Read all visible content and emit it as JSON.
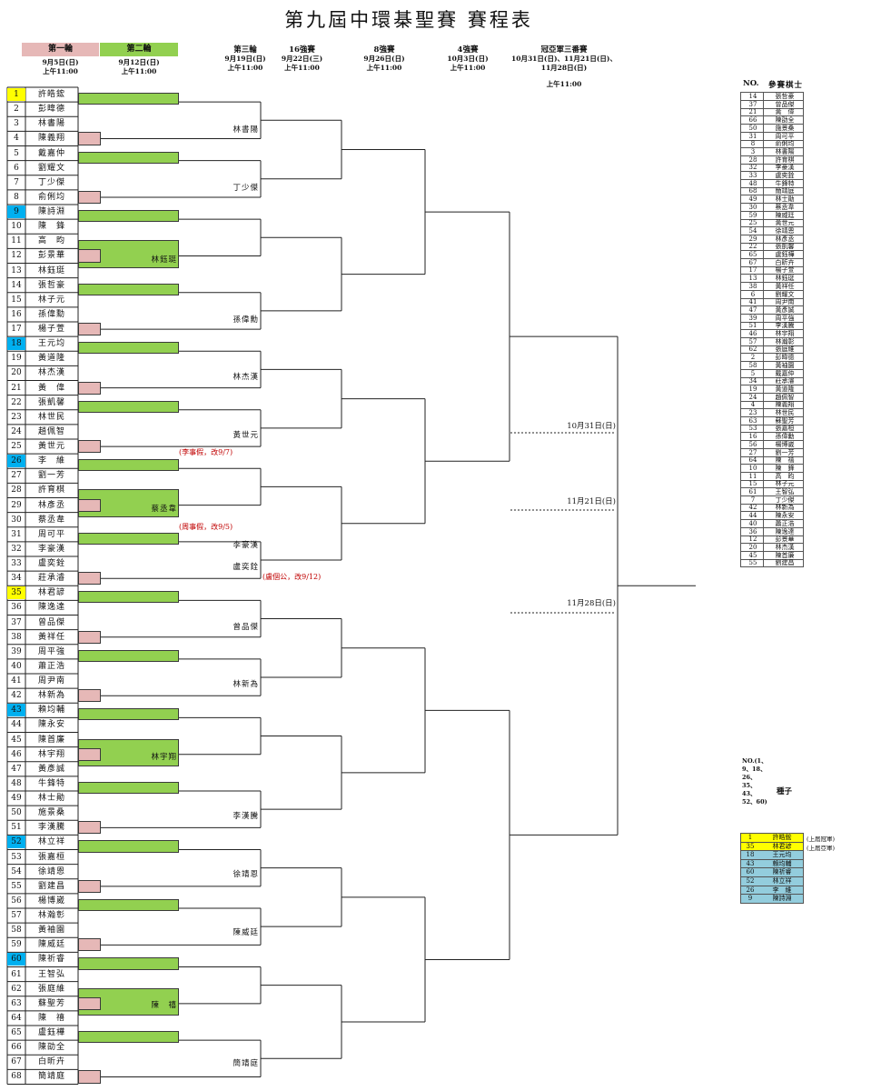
{
  "title": "第九屆中環棊聖賽 賽程表",
  "round_headers": [
    {
      "label": "第一輪",
      "date": "9月5日(日)",
      "time": "上午11:00"
    },
    {
      "label": "第二輪",
      "date": "9月12日(日)",
      "time": "上午11:00"
    },
    {
      "label": "第三輪",
      "date": "9月19日(日)",
      "time": "上午11:00"
    },
    {
      "label": "16強賽",
      "date": "9月22日(三)",
      "time": "上午11:00"
    },
    {
      "label": "8強賽",
      "date": "9月26日(日)",
      "time": "上午11:00"
    },
    {
      "label": "4強賽",
      "date": "10月3日(日)",
      "time": "上午11:00"
    },
    {
      "label": "冠亞軍三番賽",
      "date": "10月31日(日)、11月21日(日)、11月28日(日)",
      "time": "上午11:00"
    }
  ],
  "players": [
    {
      "num": "1",
      "name": "許皓鋐",
      "seed": "yellow"
    },
    {
      "num": "2",
      "name": "彭暐德"
    },
    {
      "num": "3",
      "name": "林書陽"
    },
    {
      "num": "4",
      "name": "陳義翔"
    },
    {
      "num": "5",
      "name": "戴嘉仲"
    },
    {
      "num": "6",
      "name": "劉耀文"
    },
    {
      "num": "7",
      "name": "丁少傑"
    },
    {
      "num": "8",
      "name": "俞俐均"
    },
    {
      "num": "9",
      "name": "陳詩淵",
      "seed": "blue"
    },
    {
      "num": "10",
      "name": "陳　鋒"
    },
    {
      "num": "11",
      "name": "高　昀"
    },
    {
      "num": "12",
      "name": "彭景華"
    },
    {
      "num": "13",
      "name": "林鈺珽"
    },
    {
      "num": "14",
      "name": "張哲豪"
    },
    {
      "num": "15",
      "name": "林子元"
    },
    {
      "num": "16",
      "name": "孫偉勳"
    },
    {
      "num": "17",
      "name": "楊子萱"
    },
    {
      "num": "18",
      "name": "王元均",
      "seed": "blue"
    },
    {
      "num": "19",
      "name": "黃道隆"
    },
    {
      "num": "20",
      "name": "林杰漢"
    },
    {
      "num": "21",
      "name": "黃　偉"
    },
    {
      "num": "22",
      "name": "張凱馨"
    },
    {
      "num": "23",
      "name": "林世民"
    },
    {
      "num": "24",
      "name": "趙佩智"
    },
    {
      "num": "25",
      "name": "黃世元"
    },
    {
      "num": "26",
      "name": "李　維",
      "seed": "blue"
    },
    {
      "num": "27",
      "name": "劉一芳"
    },
    {
      "num": "28",
      "name": "許育棋"
    },
    {
      "num": "29",
      "name": "林彥丞"
    },
    {
      "num": "30",
      "name": "蔡丞韋"
    },
    {
      "num": "31",
      "name": "周可平"
    },
    {
      "num": "32",
      "name": "李豪漢"
    },
    {
      "num": "33",
      "name": "盧奕銓"
    },
    {
      "num": "34",
      "name": "莊承濬"
    },
    {
      "num": "35",
      "name": "林君諺",
      "seed": "yellow"
    },
    {
      "num": "36",
      "name": "陳逸達"
    },
    {
      "num": "37",
      "name": "曾品傑"
    },
    {
      "num": "38",
      "name": "黃祥任"
    },
    {
      "num": "39",
      "name": "周平強"
    },
    {
      "num": "40",
      "name": "蕭正浩"
    },
    {
      "num": "41",
      "name": "周尹南"
    },
    {
      "num": "42",
      "name": "林新為"
    },
    {
      "num": "43",
      "name": "賴均輔",
      "seed": "blue"
    },
    {
      "num": "44",
      "name": "陳永安"
    },
    {
      "num": "45",
      "name": "陳首廉"
    },
    {
      "num": "46",
      "name": "林宇翔"
    },
    {
      "num": "47",
      "name": "黃彥誠"
    },
    {
      "num": "48",
      "name": "牛鋒特"
    },
    {
      "num": "49",
      "name": "林士勛"
    },
    {
      "num": "50",
      "name": "施景桑"
    },
    {
      "num": "51",
      "name": "李漢騰"
    },
    {
      "num": "52",
      "name": "林立祥",
      "seed": "blue"
    },
    {
      "num": "53",
      "name": "張嘉桓"
    },
    {
      "num": "54",
      "name": "徐靖恩"
    },
    {
      "num": "55",
      "name": "劉建昌"
    },
    {
      "num": "56",
      "name": "楊博崴"
    },
    {
      "num": "57",
      "name": "林瀚彰"
    },
    {
      "num": "58",
      "name": "黃袖園"
    },
    {
      "num": "59",
      "name": "陳威廷"
    },
    {
      "num": "60",
      "name": "陳祈睿",
      "seed": "blue"
    },
    {
      "num": "61",
      "name": "王智弘"
    },
    {
      "num": "62",
      "name": "張庭維"
    },
    {
      "num": "63",
      "name": "蘇聖芳"
    },
    {
      "num": "64",
      "name": "陳　禧"
    },
    {
      "num": "65",
      "name": "盧鈺樺"
    },
    {
      "num": "66",
      "name": "陳劭全"
    },
    {
      "num": "67",
      "name": "白昕卉"
    },
    {
      "num": "68",
      "name": "簡靖庭"
    }
  ],
  "round2_winners": [
    {
      "group": "12-13",
      "name": "林鈺珽"
    },
    {
      "group": "29-30",
      "name": "蔡丞韋"
    },
    {
      "group": "46-47",
      "name": "林宇翔"
    },
    {
      "group": "63-64",
      "name": "陳　禧"
    }
  ],
  "round3_winners": [
    {
      "name": "林書陽"
    },
    {
      "name": "丁少傑"
    },
    {
      "name": "孫偉勳"
    },
    {
      "name": "林杰漢"
    },
    {
      "name": "黃世元"
    },
    {
      "name": "李豪漢"
    },
    {
      "name": "盧奕銓"
    },
    {
      "name": "曾品傑"
    },
    {
      "name": "林新為"
    },
    {
      "name": "李漢騰"
    },
    {
      "name": "徐靖恩"
    },
    {
      "name": "陳威廷"
    },
    {
      "name": "簡靖庭"
    }
  ],
  "notes": [
    {
      "text": "(李事假，改9/7)"
    },
    {
      "text": "(周事假，改9/5)"
    },
    {
      "text": "(盧個公，改9/12)"
    }
  ],
  "final_dates": [
    "10月31日(日)",
    "11月21日(日)",
    "11月28日(日)"
  ],
  "participants_table": {
    "header_no": "NO.",
    "header_name": "參賽棋士",
    "rows": [
      [
        "14",
        "張哲豪"
      ],
      [
        "37",
        "曾品傑"
      ],
      [
        "21",
        "黃　偉"
      ],
      [
        "66",
        "陳劭全"
      ],
      [
        "50",
        "施景桑"
      ],
      [
        "31",
        "周可平"
      ],
      [
        "8",
        "俞俐均"
      ],
      [
        "3",
        "林書陽"
      ],
      [
        "28",
        "許育棋"
      ],
      [
        "32",
        "李豪漢"
      ],
      [
        "33",
        "盧奕銓"
      ],
      [
        "48",
        "牛鋒特"
      ],
      [
        "68",
        "簡靖庭"
      ],
      [
        "49",
        "林士勛"
      ],
      [
        "30",
        "蔡丞韋"
      ],
      [
        "59",
        "陳威廷"
      ],
      [
        "25",
        "黃世元"
      ],
      [
        "54",
        "徐靖恩"
      ],
      [
        "29",
        "林彥丞"
      ],
      [
        "22",
        "張凱馨"
      ],
      [
        "65",
        "盧鈺樺"
      ],
      [
        "67",
        "白昕卉"
      ],
      [
        "17",
        "楊子萱"
      ],
      [
        "13",
        "林鈺珽"
      ],
      [
        "38",
        "黃祥任"
      ],
      [
        "6",
        "劉耀文"
      ],
      [
        "41",
        "周尹南"
      ],
      [
        "47",
        "黃彥誠"
      ],
      [
        "39",
        "周平強"
      ],
      [
        "51",
        "李漢騰"
      ],
      [
        "46",
        "林宇翔"
      ],
      [
        "57",
        "林瀚彰"
      ],
      [
        "62",
        "張庭維"
      ],
      [
        "2",
        "彭暐德"
      ],
      [
        "58",
        "黃袖園"
      ],
      [
        "5",
        "戴嘉仲"
      ],
      [
        "34",
        "莊承濬"
      ],
      [
        "19",
        "黃道隆"
      ],
      [
        "24",
        "趙佩智"
      ],
      [
        "4",
        "陳義翔"
      ],
      [
        "23",
        "林世民"
      ],
      [
        "63",
        "蘇聖芳"
      ],
      [
        "53",
        "張嘉桓"
      ],
      [
        "16",
        "孫偉勳"
      ],
      [
        "56",
        "楊博崴"
      ],
      [
        "27",
        "劉一芳"
      ],
      [
        "64",
        "陳　禧"
      ],
      [
        "10",
        "陳　鋒"
      ],
      [
        "11",
        "高　昀"
      ],
      [
        "15",
        "林子元"
      ],
      [
        "61",
        "王智弘"
      ],
      [
        "7",
        "丁少傑"
      ],
      [
        "42",
        "林新為"
      ],
      [
        "44",
        "陳永安"
      ],
      [
        "40",
        "蕭正浩"
      ],
      [
        "36",
        "陳逸達"
      ],
      [
        "12",
        "彭景華"
      ],
      [
        "20",
        "林杰漢"
      ],
      [
        "45",
        "陳首廉"
      ],
      [
        "55",
        "劉建昌"
      ]
    ]
  },
  "seed_legend": {
    "numbers_label": "NO.(1、9、18、26、35、43、52、60)",
    "label": "種子",
    "rows": [
      {
        "num": "1",
        "name": "許皓鋐",
        "note": "(上屆冠軍)",
        "color": "#ffff00"
      },
      {
        "num": "35",
        "name": "林君諺",
        "note": "(上屆亞軍)",
        "color": "#ffff00"
      },
      {
        "num": "18",
        "name": "王元均",
        "note": "",
        "color": "#93cddd"
      },
      {
        "num": "43",
        "name": "賴均輔",
        "note": "",
        "color": "#93cddd"
      },
      {
        "num": "60",
        "name": "陳祈睿",
        "note": "",
        "color": "#93cddd"
      },
      {
        "num": "52",
        "name": "林立祥",
        "note": "",
        "color": "#93cddd"
      },
      {
        "num": "26",
        "name": "李　維",
        "note": "",
        "color": "#93cddd"
      },
      {
        "num": "9",
        "name": "陳詩淵",
        "note": "",
        "color": "#93cddd"
      }
    ]
  },
  "colors": {
    "round1": "#e6b8b7",
    "round2": "#92d050",
    "seed_top": "#ffff00",
    "seed_blue": "#00b0f0",
    "seed_table_blue": "#93cddd",
    "note_red": "#c00000"
  }
}
